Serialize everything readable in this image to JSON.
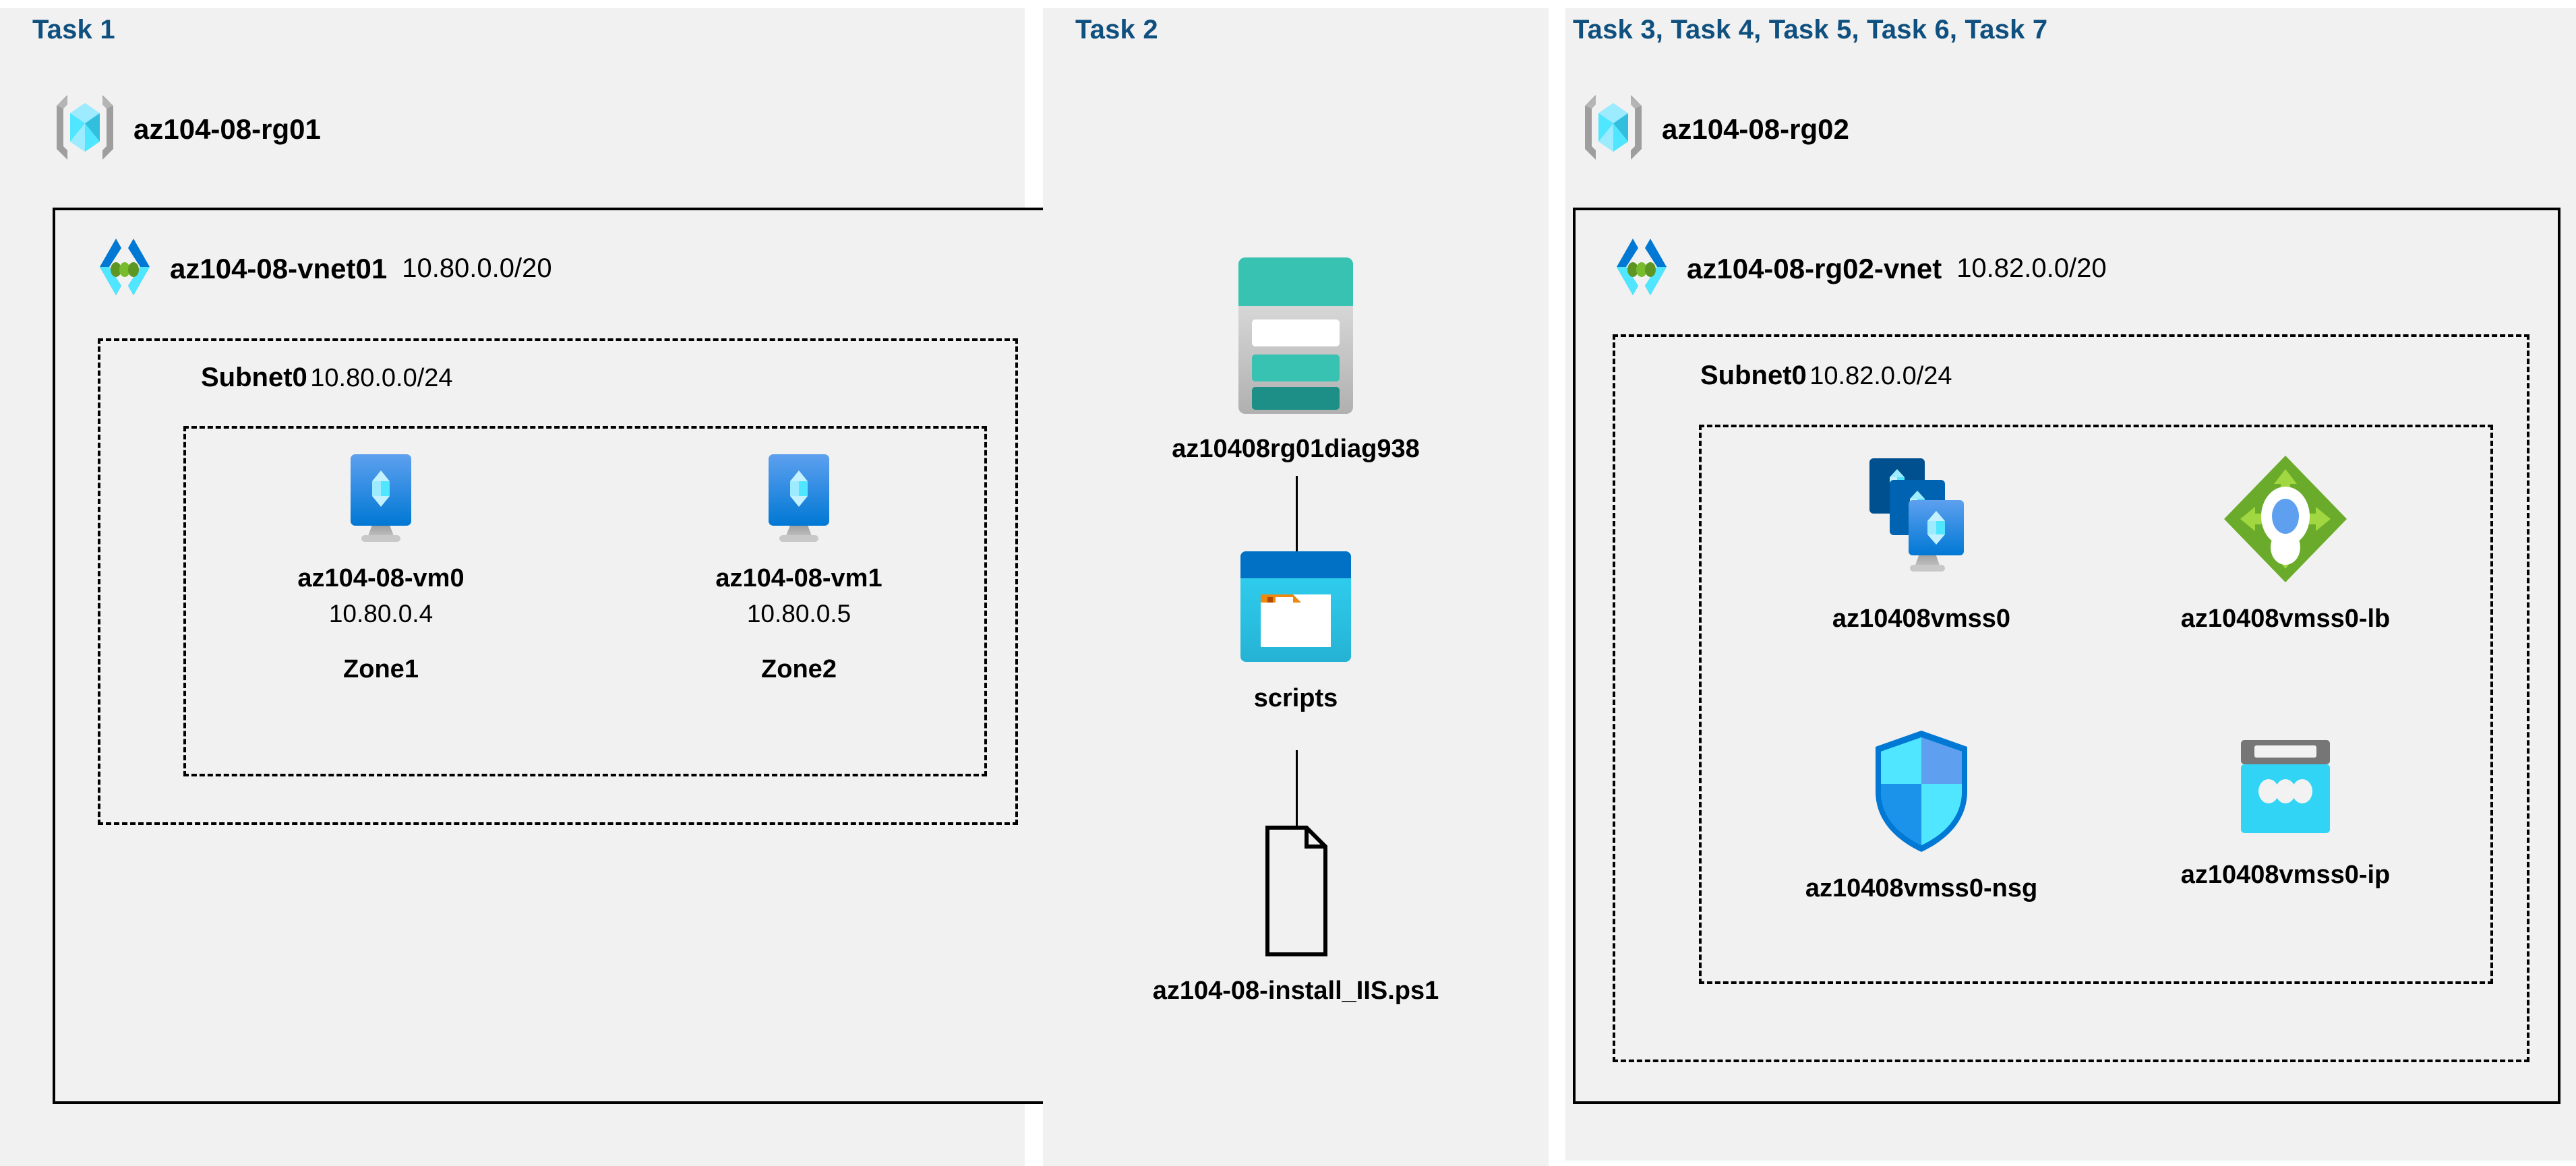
{
  "colors": {
    "panel_bg": "#f1f1f1",
    "page_bg": "#ffffff",
    "task_title": "#10507f",
    "border": "#000000",
    "azure_cyan": "#32d4f5",
    "azure_blue": "#0078d4",
    "storage_teal": "#37c2b1",
    "storage_teal_dark": "#1e8f86",
    "lb_green": "#6aab2b",
    "lb_green_light": "#a1d741",
    "nsg_blue": "#32d4f5",
    "gray": "#9a9a9a"
  },
  "panels": [
    {
      "id": "task1",
      "title": "Task 1"
    },
    {
      "id": "task2",
      "title": "Task 2"
    },
    {
      "id": "task3",
      "title": "Task 3, Task 4, Task 5, Task 6, Task 7"
    }
  ],
  "task1": {
    "title": "Task 1",
    "resource_group": {
      "name": "az104-08-rg01",
      "icon": "resource-group-icon"
    },
    "vnet": {
      "name": "az104-08-vnet01",
      "cidr": "10.80.0.0/20",
      "icon": "virtual-network-icon"
    },
    "subnet": {
      "name": "Subnet0",
      "cidr": "10.80.0.0/24"
    },
    "vms": [
      {
        "name": "az104-08-vm0",
        "ip": "10.80.0.4",
        "zone": "Zone1",
        "icon": "virtual-machine-icon"
      },
      {
        "name": "az104-08-vm1",
        "ip": "10.80.0.5",
        "zone": "Zone2",
        "icon": "virtual-machine-icon"
      }
    ]
  },
  "task2": {
    "title": "Task 2",
    "items": [
      {
        "name": "az10408rg01diag938",
        "icon": "storage-account-icon"
      },
      {
        "name": "scripts",
        "icon": "blob-container-icon"
      },
      {
        "name": "az104-08-install_IIS.ps1",
        "icon": "file-icon"
      }
    ]
  },
  "task3": {
    "title": "Task 3, Task 4, Task 5, Task 6, Task 7",
    "resource_group": {
      "name": "az104-08-rg02",
      "icon": "resource-group-icon"
    },
    "vnet": {
      "name": "az104-08-rg02-vnet",
      "cidr": "10.82.0.0/20",
      "icon": "virtual-network-icon"
    },
    "subnet": {
      "name": "Subnet0",
      "cidr": "10.82.0.0/24"
    },
    "resources": [
      {
        "name": "az10408vmss0",
        "icon": "vm-scale-set-icon"
      },
      {
        "name": "az10408vmss0-lb",
        "icon": "load-balancer-icon"
      },
      {
        "name": "az10408vmss0-nsg",
        "icon": "network-security-group-icon"
      },
      {
        "name": "az10408vmss0-ip",
        "icon": "public-ip-address-icon"
      }
    ]
  }
}
